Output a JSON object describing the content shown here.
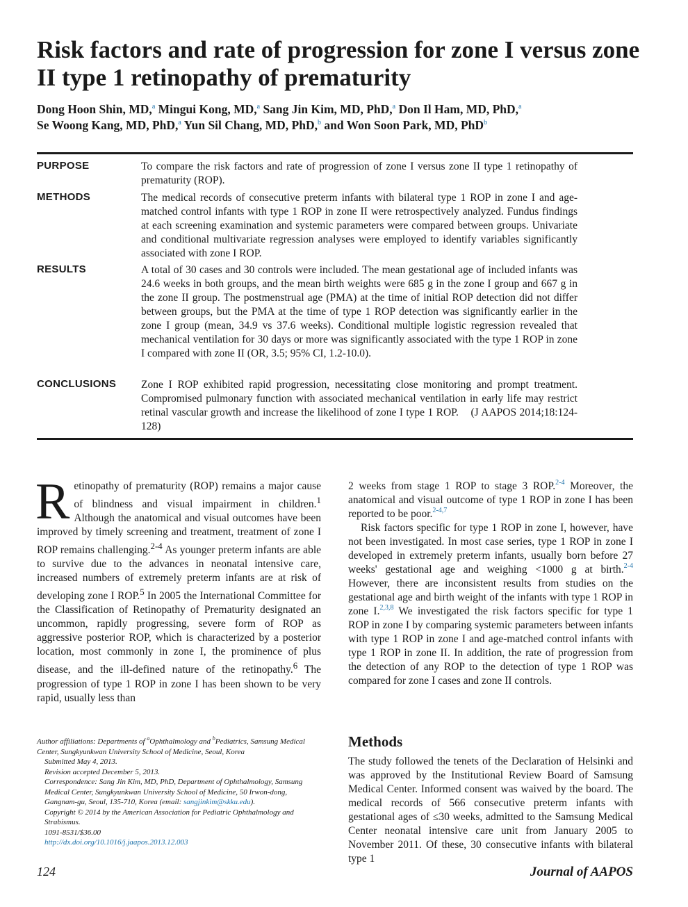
{
  "article": {
    "title": "Risk factors and rate of progression for zone I versus zone II type 1 retinopathy of prematurity"
  },
  "authors": [
    {
      "name": "Dong Hoon Shin, MD,",
      "aff": "a"
    },
    {
      "name": "Mingui Kong, MD,",
      "aff": "a"
    },
    {
      "name": "Sang Jin Kim, MD, PhD,",
      "aff": "a"
    },
    {
      "name": "Don Il Ham, MD, PhD,",
      "aff": "a"
    },
    {
      "name": "Se Woong Kang, MD, PhD,",
      "aff": "a"
    },
    {
      "name": "Yun Sil Chang, MD, PhD,",
      "aff": "b"
    },
    {
      "name": "and Won Soon Park, MD, PhD",
      "aff": "b"
    }
  ],
  "abstract": {
    "purpose_label": "PURPOSE",
    "purpose": "To compare the risk factors and rate of progression of zone I versus zone II type 1 retinopathy of prematurity (ROP).",
    "methods_label": "METHODS",
    "methods": "The medical records of consecutive preterm infants with bilateral type 1 ROP in zone I and age-matched control infants with type 1 ROP in zone II were retrospectively analyzed. Fundus findings at each screening examination and systemic parameters were compared between groups. Univariate and conditional multivariate regression analyses were employed to identify variables significantly associated with zone I ROP.",
    "results_label": "RESULTS",
    "results": "A total of 30 cases and 30 controls were included. The mean gestational age of included infants was 24.6 weeks in both groups, and the mean birth weights were 685 g in the zone I group and 667 g in the zone II group. The postmenstrual age (PMA) at the time of initial ROP detection did not differ between groups, but the PMA at the time of type 1 ROP detection was significantly earlier in the zone I group (mean, 34.9 vs 37.6 weeks). Conditional multiple logistic regression revealed that mechanical ventilation for 30 days or more was significantly associated with the type 1 ROP in zone I compared with zone II (OR, 3.5; 95% CI, 1.2-10.0).",
    "conclusions_label": "CONCLUSIONS",
    "conclusions": "Zone I ROP exhibited rapid progression, necessitating close monitoring and prompt treatment. Compromised pulmonary function with associated mechanical ventilation in early life may restrict retinal vascular growth and increase the likelihood of zone I type 1 ROP.",
    "citation": "(J AAPOS 2014;18:124-128)"
  },
  "intro": {
    "dropcap": "R",
    "p1_a": "etinopathy of prematurity (ROP) remains a major cause of blindness and visual impairment in children.",
    "ref1": "1",
    "p1_b": " Although the anatomical and visual outcomes have been improved by timely screening and treatment, treatment of zone I ROP remains challenging.",
    "ref2": "2-4",
    "p1_c": " As younger preterm infants are able to survive due to the advances in neonatal intensive care, increased numbers of extremely preterm infants are at risk of developing zone I ROP.",
    "ref3": "5",
    "p1_d": " In 2005 the International Committee for the Classification of Retinopathy of Prematurity designated an uncommon, rapidly progressing, severe form of ROP as aggressive posterior ROP, which is characterized by a posterior location, most commonly in zone I, the prominence of plus disease, and the ill-defined nature of the retinopathy.",
    "ref4": "6",
    "p1_e": " The progression of type 1 ROP in zone I has been shown to be very rapid, usually less than",
    "r1_a": "2 weeks from stage 1 ROP to stage 3 ROP.",
    "r_ref1": "2-4",
    "r1_b": " Moreover, the anatomical and visual outcome of type 1 ROP in zone I has been reported to be poor.",
    "r_ref2": "2-4,7",
    "r2_a": "Risk factors specific for type 1 ROP in zone I, however, have not been investigated. In most case series, type 1 ROP in zone I developed in extremely preterm infants, usually born before 27 weeks' gestational age and weighing <1000 g at birth.",
    "r_ref3": "2-4",
    "r2_b": " However, there are inconsistent results from studies on the gestational age and birth weight of the infants with type 1 ROP in zone I.",
    "r_ref4": "2,3,8",
    "r2_c": " We investigated the risk factors specific for type 1 ROP in zone I by comparing systemic parameters between infants with type 1 ROP in zone I and age-matched control infants with type 1 ROP in zone II. In addition, the rate of progression from the detection of any ROP to the detection of type 1 ROP was compared for zone I cases and zone II controls."
  },
  "methods": {
    "heading": "Methods",
    "text": "The study followed the tenets of the Declaration of Helsinki and was approved by the Institutional Review Board of Samsung Medical Center. Informed consent was waived by the board. The medical records of 566 consecutive preterm infants with gestational ages of ≤30 weeks, admitted to the Samsung Medical Center neonatal intensive care unit from January 2005 to November 2011. Of these, 30 consecutive infants with bilateral type 1"
  },
  "affiliations": {
    "line1_a": "Author affiliations: Departments of ",
    "sup_a": "a",
    "line1_b": "Ophthalmology and ",
    "sup_b": "b",
    "line1_c": "Pediatrics, Samsung Medical Center, Sungkyunkwan University School of Medicine, Seoul, Korea",
    "submitted": "Submitted May 4, 2013.",
    "revision": "Revision accepted December 5, 2013.",
    "corr_a": "Correspondence: Sang Jin Kim, MD, PhD, Department of Ophthalmology, Samsung Medical Center, Sungkyunkwan University School of Medicine, 50 Irwon-dong, Gangnam-gu, Seoul, 135-710, Korea (email: ",
    "email": "sangjinkim@skku.edu",
    "corr_b": ").",
    "copyright": "Copyright © 2014 by the American Association for Pediatric Ophthalmology and Strabismus.",
    "issn": "1091-8531/$36.00",
    "doi": "http://dx.doi.org/10.1016/j.jaapos.2013.12.003"
  },
  "footer": {
    "page_number": "124",
    "journal": "Journal of AAPOS"
  }
}
